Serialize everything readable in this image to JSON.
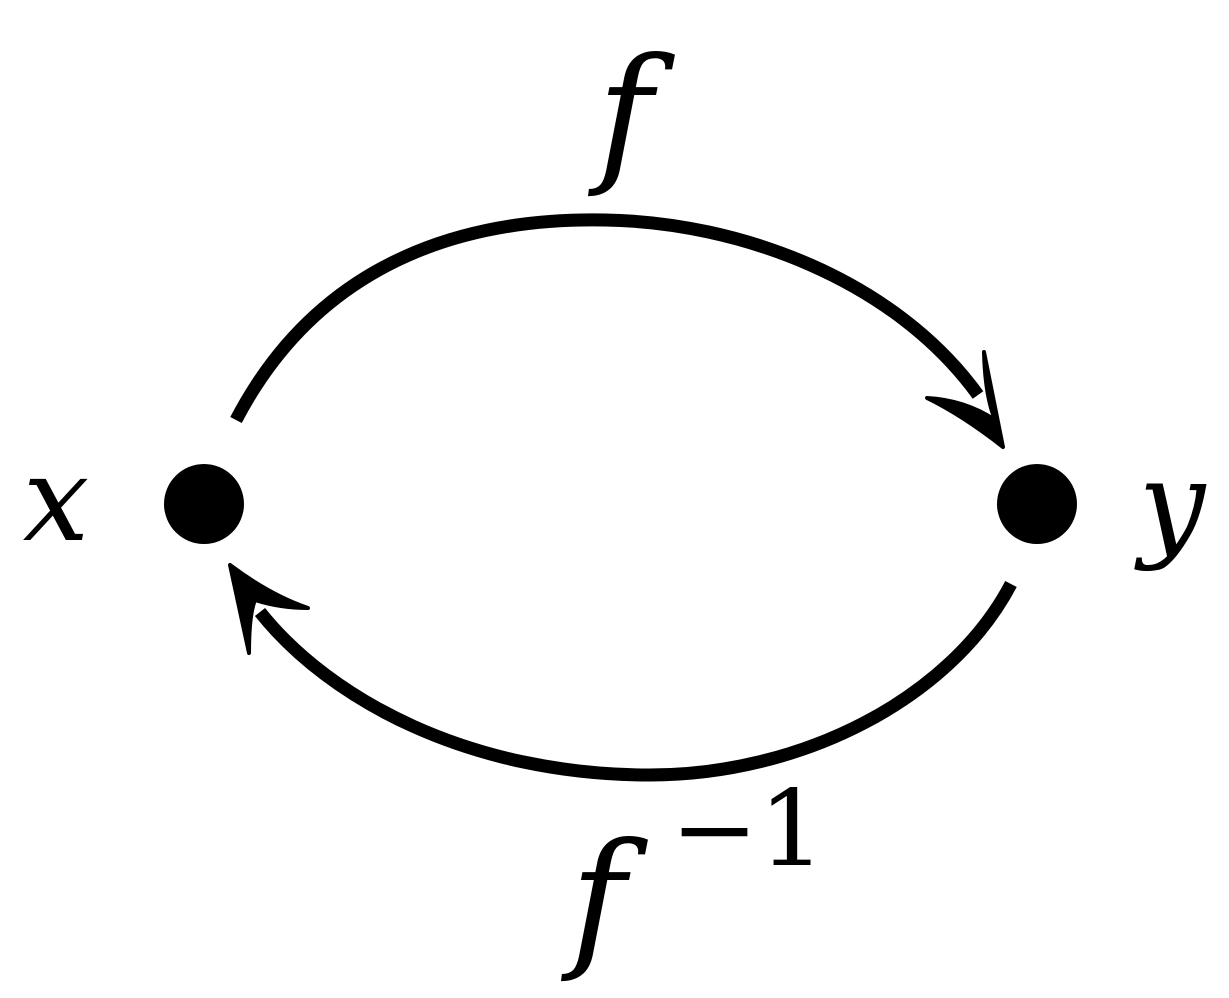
{
  "diagram": {
    "nodes": {
      "x": {
        "label": "x"
      },
      "y": {
        "label": "y"
      }
    },
    "arrows": {
      "forward": {
        "from": "x",
        "to": "y",
        "label": "f"
      },
      "inverse": {
        "from": "y",
        "to": "x",
        "label": "f",
        "superscript": "−1"
      }
    },
    "colors": {
      "ink": "#000000",
      "background": "#ffffff"
    }
  }
}
